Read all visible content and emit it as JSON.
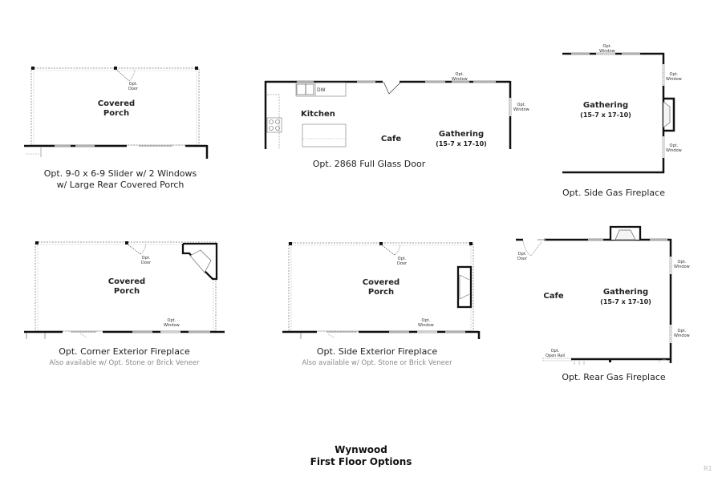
{
  "title": {
    "line1": "Wynwood",
    "line2": "First Floor Options"
  },
  "revision_mark": "R1",
  "colors": {
    "wall": "#111111",
    "window": "#b0b0b0",
    "dashed": "#9a9a9a",
    "caption_sub": "#8a8a8a"
  },
  "plans": [
    {
      "id": "slider-porch",
      "rooms": [
        {
          "name_line1": "Covered",
          "name_line2": "Porch"
        }
      ],
      "notes": [
        {
          "line1": "Opt.",
          "line2": "Door"
        }
      ],
      "caption": {
        "line1": "Opt. 9-0 x 6-9 Slider w/ 2 Windows",
        "line2": "w/ Large Rear Covered Porch"
      }
    },
    {
      "id": "full-glass-door",
      "rooms": [
        {
          "name_line1": "Kitchen"
        },
        {
          "name_line1": "Cafe"
        },
        {
          "name_line1": "Gathering",
          "name_line2": "(15-7 x 17-10)"
        }
      ],
      "fixtures": [
        {
          "label": "DW"
        }
      ],
      "notes": [
        {
          "line1": "Opt.",
          "line2": "Window"
        },
        {
          "line1": "Opt.",
          "line2": "Window"
        }
      ],
      "caption": {
        "line1": "Opt. 2868 Full Glass Door"
      }
    },
    {
      "id": "side-gas-fireplace",
      "rooms": [
        {
          "name_line1": "Gathering",
          "name_line2": "(15-7 x 17-10)"
        }
      ],
      "notes": [
        {
          "line1": "Opt.",
          "line2": "Window"
        },
        {
          "line1": "Opt.",
          "line2": "Window"
        },
        {
          "line1": "Opt.",
          "line2": "Window"
        }
      ],
      "caption": {
        "line1": "Opt. Side Gas Fireplace"
      }
    },
    {
      "id": "corner-exterior-fireplace",
      "rooms": [
        {
          "name_line1": "Covered",
          "name_line2": "Porch"
        }
      ],
      "notes": [
        {
          "line1": "Opt.",
          "line2": "Door"
        },
        {
          "line1": "Opt.",
          "line2": "Window"
        }
      ],
      "caption": {
        "line1": "Opt. Corner Exterior Fireplace",
        "line2": "Also available w/ Opt. Stone or Brick Veneer"
      }
    },
    {
      "id": "side-exterior-fireplace",
      "rooms": [
        {
          "name_line1": "Covered",
          "name_line2": "Porch"
        }
      ],
      "notes": [
        {
          "line1": "Opt.",
          "line2": "Door"
        },
        {
          "line1": "Opt.",
          "line2": "Window"
        }
      ],
      "caption": {
        "line1": "Opt. Side Exterior Fireplace",
        "line2": "Also available w/ Opt. Stone or Brick Veneer"
      }
    },
    {
      "id": "rear-gas-fireplace",
      "rooms": [
        {
          "name_line1": "Cafe"
        },
        {
          "name_line1": "Gathering",
          "name_line2": "(15-7 x 17-10)"
        }
      ],
      "notes": [
        {
          "line1": "Opt.",
          "line2": "Door"
        },
        {
          "line1": "Opt.",
          "line2": "Window"
        },
        {
          "line1": "Opt.",
          "line2": "Window"
        },
        {
          "line1": "Opt.",
          "line2": "Open Rail"
        }
      ],
      "caption": {
        "line1": "Opt. Rear Gas Fireplace"
      }
    }
  ]
}
